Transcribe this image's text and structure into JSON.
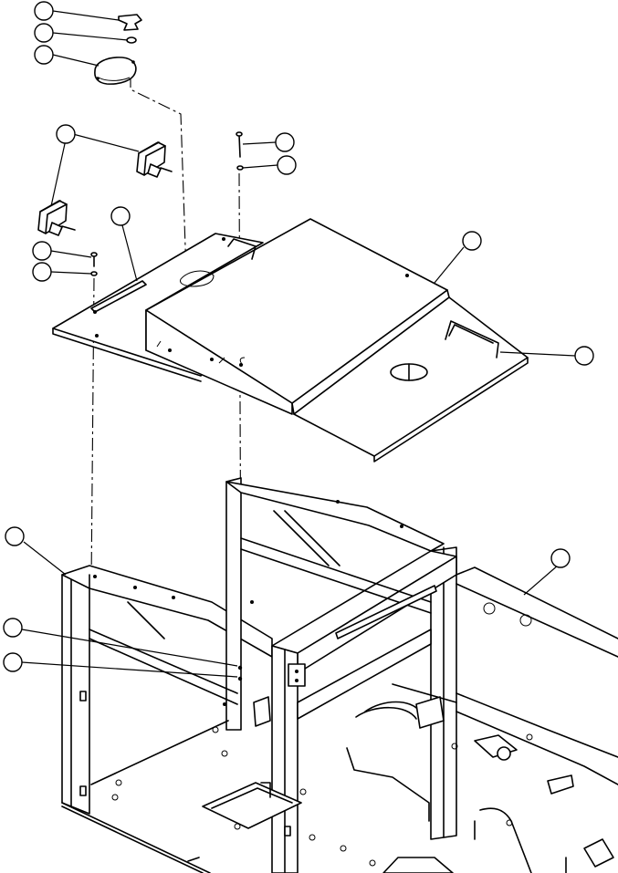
{
  "diagram": {
    "kind": "exploded-parts-view",
    "callouts": [
      {
        "id": "knob-callout"
      },
      {
        "id": "washer-top-callout"
      },
      {
        "id": "cover-plate-callout"
      },
      {
        "id": "light-assembly-callout"
      },
      {
        "id": "bolt-right-callout"
      },
      {
        "id": "washer-right-callout"
      },
      {
        "id": "trim-strip-callout"
      },
      {
        "id": "bolt-left-callout"
      },
      {
        "id": "washer-left-callout"
      },
      {
        "id": "canopy-roof-callout"
      },
      {
        "id": "handle-callout"
      },
      {
        "id": "frame-left-callout"
      },
      {
        "id": "floor-plate-callout"
      },
      {
        "id": "bracket-holes-upper-callout"
      },
      {
        "id": "bracket-holes-lower-callout"
      }
    ],
    "callout_labels_visible": false
  }
}
